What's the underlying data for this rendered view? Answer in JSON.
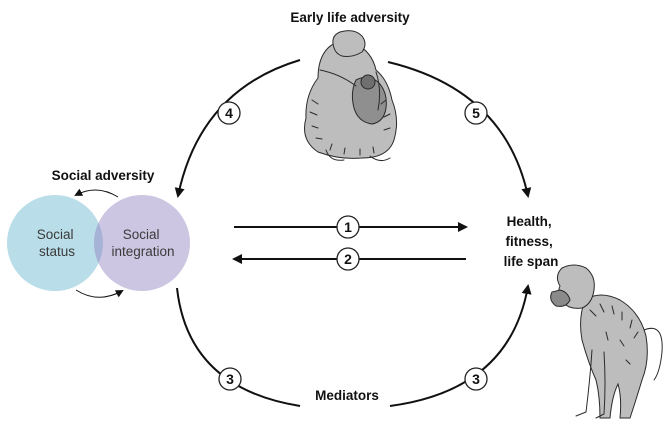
{
  "labels": {
    "early_life_adversity": "Early life adversity",
    "social_adversity": "Social adversity",
    "social_status": [
      "Social",
      "status"
    ],
    "social_integration": [
      "Social",
      "integration"
    ],
    "health": [
      "Health,",
      "fitness,",
      "life span"
    ],
    "mediators": "Mediators"
  },
  "badges": {
    "arrow_1": "1",
    "arrow_2": "2",
    "mediator_left": "3",
    "mediator_right": "3",
    "arrow_4": "4",
    "arrow_5": "5"
  },
  "colors": {
    "social_status_circle": "#b9dde9",
    "social_integration_circle": "#cdc6e2",
    "overlap": "#a7b3d6",
    "line": "#111111"
  },
  "icons": {
    "top_figure": "mother-infant-monkey-illustration",
    "bottom_right_figure": "baboon-illustration"
  }
}
